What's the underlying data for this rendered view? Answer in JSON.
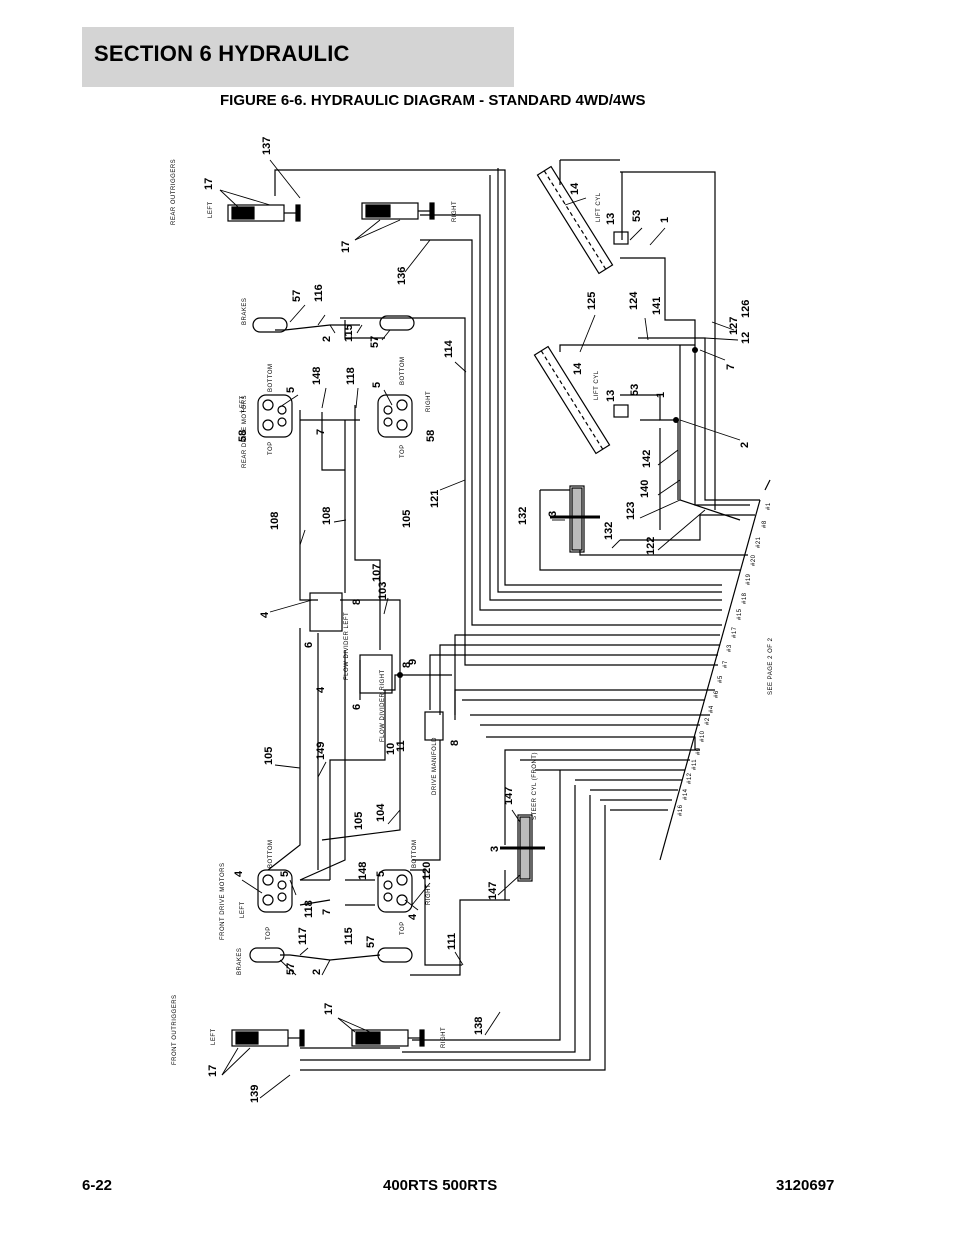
{
  "header": {
    "section_title": "SECTION 6   HYDRAULIC",
    "figure_title": "FIGURE 6-6. HYDRAULIC DIAGRAM - STANDARD 4WD/4WS"
  },
  "footer": {
    "page_number": "6-22",
    "models": "400RTS 500RTS",
    "doc_number": "3120697"
  },
  "diagram": {
    "component_labels": {
      "rear_outriggers": "REAR OUTRIGGERS",
      "front_outriggers": "FRONT OUTRIGGERS",
      "brakes_rear": "BRAKES",
      "brakes_front": "BRAKES",
      "rear_drive_motors": "REAR DRIVE MOTORS",
      "front_drive_motors": "FRONT DRIVE MOTORS",
      "flow_divider_left": "FLOW DIVIDER LEFT",
      "flow_divider_right": "FLOW DIVIDER RIGHT",
      "drive_manifold": "DRIVE MANIFOLD",
      "steer_cyl_front": "STEER CYL (FRONT)",
      "lift_cyl_upper": "LIFT CYL",
      "lift_cyl_lower": "LIFT CYL",
      "see_page": "SEE PAGE 2 OF 2",
      "left": "LEFT",
      "right": "RIGHT",
      "top": "TOP",
      "bottom": "BOTTOM"
    },
    "callouts": {
      "c137": "137",
      "c17": "17",
      "c136": "136",
      "c57": "57",
      "c116": "116",
      "c2": "2",
      "c115": "115",
      "c114": "114",
      "c5": "5",
      "c148": "148",
      "c118": "118",
      "c58": "58",
      "c7": "7",
      "c121": "121",
      "c108": "108",
      "c105": "105",
      "c107": "107",
      "c103": "103",
      "c4": "4",
      "c6": "6",
      "c8": "8",
      "c9": "9",
      "c10": "10",
      "c11": "11",
      "c149": "149",
      "c104": "104",
      "c120": "120",
      "c117": "117",
      "c111": "111",
      "c138": "138",
      "c139": "139",
      "c147": "147",
      "c3": "3",
      "c132": "132",
      "c122": "122",
      "c123": "123",
      "c140": "140",
      "c142": "142",
      "c14": "14",
      "c13": "13",
      "c53": "53",
      "c1": "1",
      "c125": "125",
      "c124": "124",
      "c141": "141",
      "c127": "127",
      "c12": "12",
      "c126": "126"
    },
    "port_labels": [
      "#1",
      "#8",
      "#21",
      "#20",
      "#19",
      "#18",
      "#15",
      "#17",
      "#3",
      "#7",
      "#5",
      "#6",
      "#4",
      "#2",
      "#10",
      "#9",
      "#11",
      "#12",
      "#14",
      "#16"
    ]
  }
}
